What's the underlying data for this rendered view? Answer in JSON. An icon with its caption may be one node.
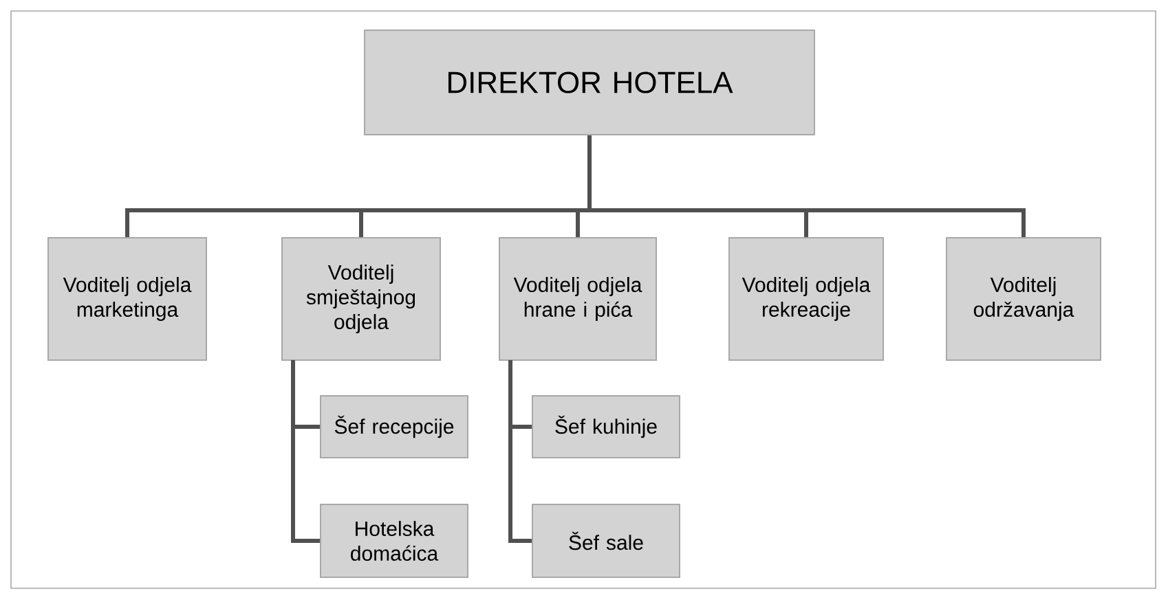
{
  "diagram": {
    "nodes": [
      {
        "text": [
          "DIREKTOR HOTELA"
        ]
      },
      {
        "text": [
          "Voditelj odjela marketinga"
        ]
      },
      {
        "text": [
          "Voditelj smještajnog odjela"
        ]
      },
      {
        "text": [
          "Voditelj odjela hrane i pića"
        ]
      },
      {
        "text": [
          "Voditelj odjela rekreacije"
        ]
      },
      {
        "text": [
          "Voditelj održavanja"
        ]
      },
      {
        "text": [
          "Šef recepcije"
        ]
      },
      {
        "text": [
          "Hotelska domaćica"
        ]
      },
      {
        "text": [
          "Šef kuhinje"
        ]
      },
      {
        "text": [
          "Šef sale"
        ]
      }
    ],
    "edges": [
      {
        "from": 0,
        "to": 1,
        "arrow": "none"
      },
      {
        "from": 0,
        "to": 2,
        "arrow": "none"
      },
      {
        "from": 0,
        "to": 3,
        "arrow": "none"
      },
      {
        "from": 0,
        "to": 4,
        "arrow": "none"
      },
      {
        "from": 0,
        "to": 5,
        "arrow": "none"
      },
      {
        "from": 2,
        "to": 6,
        "arrow": "none"
      },
      {
        "from": 2,
        "to": 7,
        "arrow": "none"
      },
      {
        "from": 3,
        "to": 8,
        "arrow": "none"
      },
      {
        "from": 3,
        "to": 9,
        "arrow": "none"
      }
    ]
  }
}
